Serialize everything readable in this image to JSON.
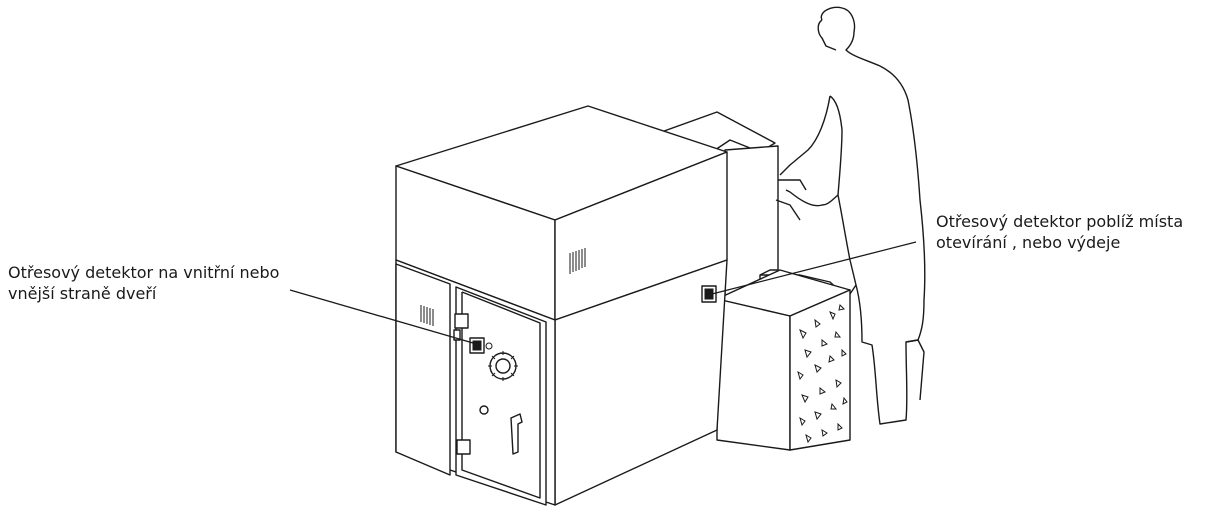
{
  "annotations": {
    "left": {
      "line1": "Otřesový detektor na vnitřní nebo",
      "line2": "vnější straně dveří"
    },
    "right": {
      "line1": "Otřesový detektor poblíž místa",
      "line2": "otevírání , nebo výdeje"
    }
  },
  "colors": {
    "line": "#1a1a1a",
    "background": "#ffffff"
  },
  "icons": [
    "person-silhouette",
    "safe-cabinet",
    "shock-detector",
    "dial-lock",
    "door-handle",
    "concrete-block"
  ]
}
